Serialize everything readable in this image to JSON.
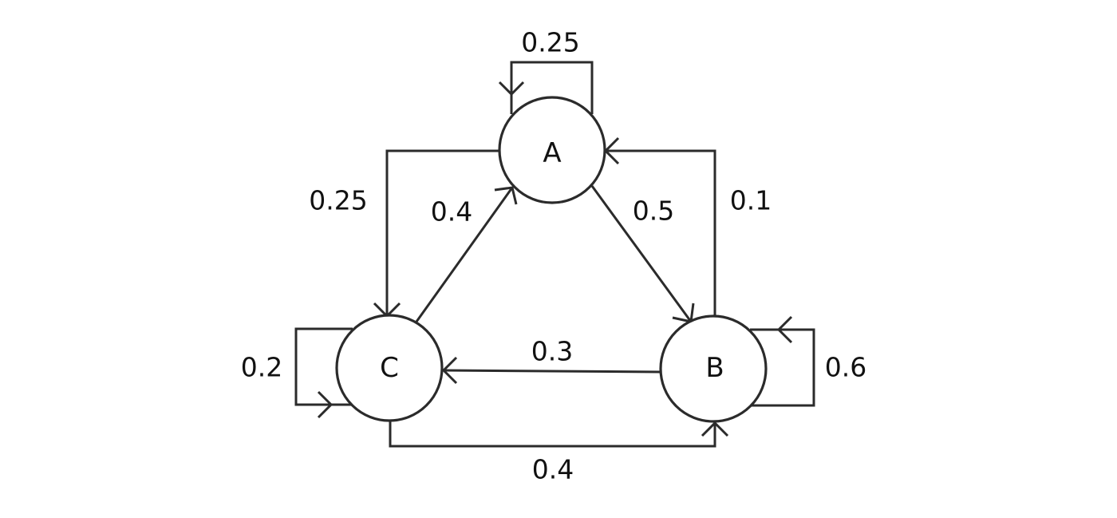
{
  "diagram": {
    "type": "markov-chain-state-diagram",
    "colors": {
      "stroke": "#2b2b2b",
      "text": "#111111",
      "background": "#ffffff"
    },
    "nodes": [
      {
        "id": "A",
        "label": "A"
      },
      {
        "id": "B",
        "label": "B"
      },
      {
        "id": "C",
        "label": "C"
      }
    ],
    "edges": [
      {
        "id": "A-A",
        "from": "A",
        "to": "A",
        "label": "0.25"
      },
      {
        "id": "A-C",
        "from": "A",
        "to": "C",
        "label": "0.25"
      },
      {
        "id": "C-A",
        "from": "C",
        "to": "A",
        "label": "0.4"
      },
      {
        "id": "A-B",
        "from": "A",
        "to": "B",
        "label": "0.5"
      },
      {
        "id": "B-A",
        "from": "B",
        "to": "A",
        "label": "0.1"
      },
      {
        "id": "B-C",
        "from": "B",
        "to": "C",
        "label": "0.3"
      },
      {
        "id": "C-C",
        "from": "C",
        "to": "C",
        "label": "0.2"
      },
      {
        "id": "B-B",
        "from": "B",
        "to": "B",
        "label": "0.6"
      },
      {
        "id": "C-B",
        "from": "C",
        "to": "B",
        "label": "0.4"
      }
    ]
  }
}
